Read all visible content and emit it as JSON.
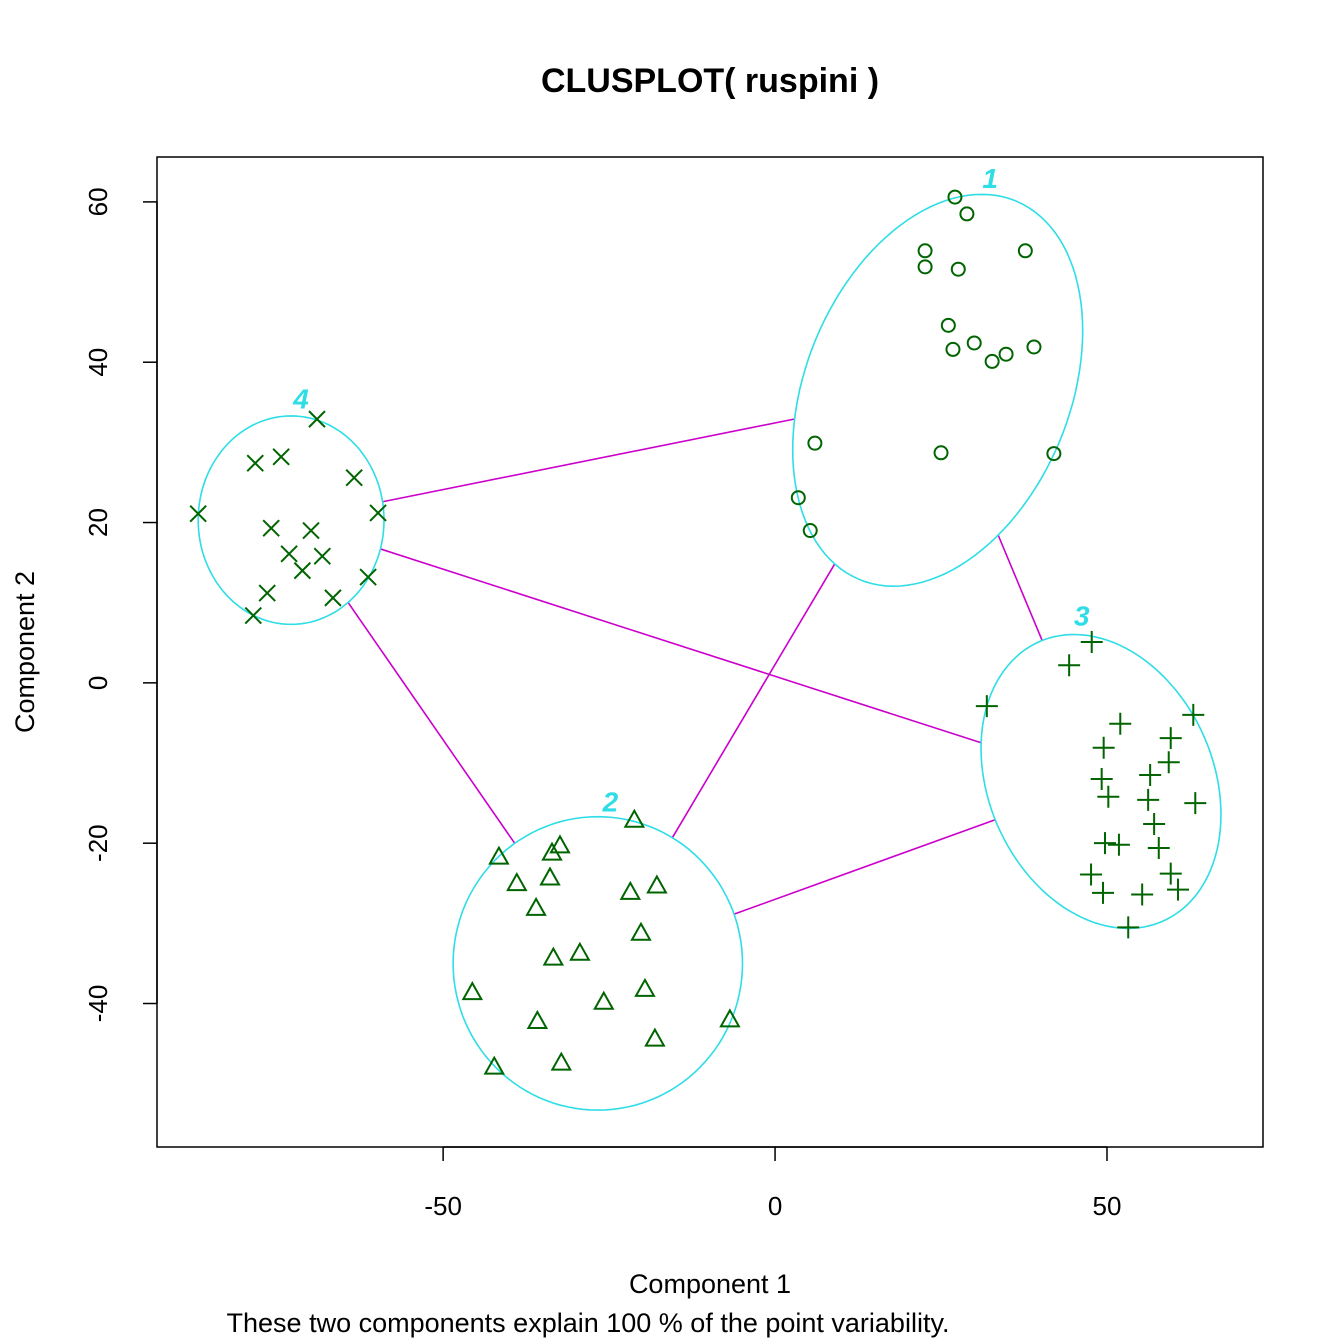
{
  "colors": {
    "points": "#006400",
    "ellipse": "#2EDDE6",
    "links": "#CC00CC",
    "labels": "#2EDDE6"
  },
  "chart_data": {
    "type": "scatter",
    "title": "CLUSPLOT( ruspini )",
    "xlabel": "Component 1",
    "ylabel": "Component 2",
    "subtitle": "These two components explain 100 % of the point variability.",
    "xlim": [
      -93.1,
      73.5
    ],
    "ylim": [
      -57.9,
      65.6
    ],
    "xticks": [
      -50,
      0,
      50
    ],
    "xtick_labels": [
      "-50",
      "0",
      "50"
    ],
    "yticks": [
      -40,
      -20,
      0,
      20,
      40,
      60
    ],
    "ytick_labels": [
      "-40",
      "-20",
      "0",
      "20",
      "40",
      "60"
    ],
    "grid": false,
    "clusters": [
      {
        "id": "1",
        "marker": "circle",
        "center": [
          24.5,
          36.5
        ],
        "cov": [
          [
            476.9,
            162.0
          ],
          [
            162.0,
            597.3
          ]
        ],
        "label_pos": [
          32.4,
          63.0
        ],
        "points": [
          [
            27.1,
            60.6
          ],
          [
            28.9,
            58.5
          ],
          [
            22.6,
            53.9
          ],
          [
            37.7,
            53.9
          ],
          [
            22.6,
            51.9
          ],
          [
            27.6,
            51.6
          ],
          [
            26.1,
            44.6
          ],
          [
            30.0,
            42.4
          ],
          [
            26.8,
            41.6
          ],
          [
            34.8,
            41.0
          ],
          [
            32.7,
            40.1
          ],
          [
            39.0,
            41.9
          ],
          [
            6.0,
            29.9
          ],
          [
            25.0,
            28.7
          ],
          [
            42.0,
            28.6
          ],
          [
            3.5,
            23.1
          ],
          [
            5.3,
            19.0
          ]
        ]
      },
      {
        "id": "2",
        "marker": "triangle",
        "center": [
          -26.7,
          -35.0
        ],
        "cov": [
          [
            475.0,
            0
          ],
          [
            0,
            335.0
          ]
        ],
        "label_pos": [
          -24.8,
          -14.8
        ],
        "points": [
          [
            -21.2,
            -17.2
          ],
          [
            -32.4,
            -20.4
          ],
          [
            -33.6,
            -21.3
          ],
          [
            -41.6,
            -21.8
          ],
          [
            -33.9,
            -24.4
          ],
          [
            -38.9,
            -25.1
          ],
          [
            -17.8,
            -25.4
          ],
          [
            -21.8,
            -26.2
          ],
          [
            -36.0,
            -28.2
          ],
          [
            -20.2,
            -31.3
          ],
          [
            -29.4,
            -33.8
          ],
          [
            -33.4,
            -34.4
          ],
          [
            -45.6,
            -38.7
          ],
          [
            -25.8,
            -39.9
          ],
          [
            -19.6,
            -38.3
          ],
          [
            -35.8,
            -42.3
          ],
          [
            -6.8,
            -42.1
          ],
          [
            -18.1,
            -44.5
          ],
          [
            -32.2,
            -47.5
          ],
          [
            -42.3,
            -48.0
          ]
        ]
      },
      {
        "id": "3",
        "marker": "plus",
        "center": [
          49.1,
          -12.3
        ],
        "cov": [
          [
            326.6,
            -74.5
          ],
          [
            -74.5,
            336.0
          ]
        ],
        "label_pos": [
          46.2,
          8.4
        ],
        "points": [
          [
            47.7,
            5.1
          ],
          [
            44.3,
            2.2
          ],
          [
            31.9,
            -2.9
          ],
          [
            52.0,
            -5.1
          ],
          [
            63.0,
            -4.0
          ],
          [
            49.5,
            -8.1
          ],
          [
            59.6,
            -6.9
          ],
          [
            56.5,
            -11.5
          ],
          [
            49.2,
            -12.0
          ],
          [
            59.3,
            -9.9
          ],
          [
            50.2,
            -14.2
          ],
          [
            56.2,
            -14.6
          ],
          [
            63.3,
            -15.0
          ],
          [
            57.1,
            -17.6
          ],
          [
            49.7,
            -20.0
          ],
          [
            51.8,
            -20.2
          ],
          [
            57.8,
            -20.6
          ],
          [
            47.6,
            -23.9
          ],
          [
            59.6,
            -23.8
          ],
          [
            49.4,
            -26.2
          ],
          [
            55.3,
            -26.4
          ],
          [
            60.7,
            -25.8
          ],
          [
            53.2,
            -30.5
          ]
        ]
      },
      {
        "id": "4",
        "marker": "cross",
        "center": [
          -72.9,
          20.3
        ],
        "cov": [
          [
            196.0,
            0
          ],
          [
            0,
            169.0
          ]
        ],
        "label_pos": [
          -71.4,
          35.5
        ],
        "points": [
          [
            -86.9,
            21.1
          ],
          [
            -78.3,
            27.4
          ],
          [
            -74.4,
            28.2
          ],
          [
            -69.0,
            32.9
          ],
          [
            -63.4,
            25.6
          ],
          [
            -59.8,
            21.2
          ],
          [
            -75.9,
            19.3
          ],
          [
            -69.9,
            19.0
          ],
          [
            -73.2,
            16.1
          ],
          [
            -68.2,
            15.8
          ],
          [
            -71.2,
            14.0
          ],
          [
            -76.5,
            11.2
          ],
          [
            -66.6,
            10.6
          ],
          [
            -61.3,
            13.2
          ],
          [
            -78.6,
            8.4
          ]
        ]
      }
    ],
    "links": [
      [
        3,
        0
      ],
      [
        3,
        2
      ],
      [
        3,
        1
      ],
      [
        1,
        0
      ],
      [
        1,
        2
      ],
      [
        0,
        2
      ]
    ]
  }
}
